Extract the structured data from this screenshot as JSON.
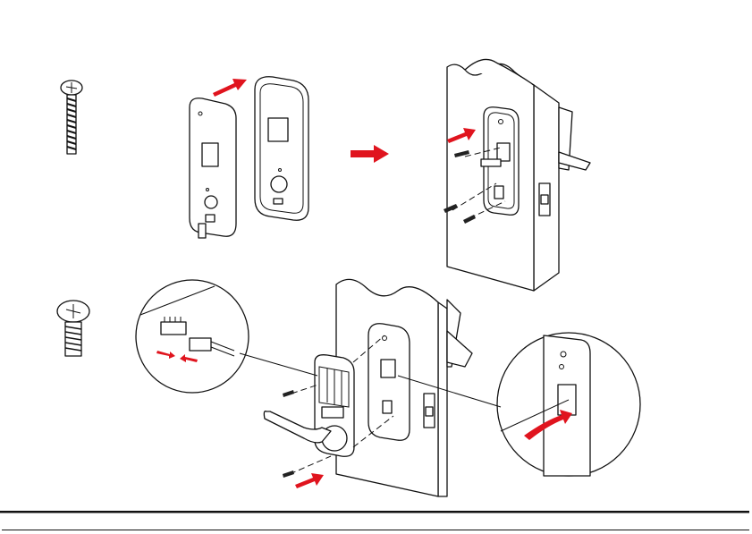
{
  "colors": {
    "arrow": "#e0141e",
    "line": "#111111",
    "background": "#ffffff"
  },
  "steps": [
    {
      "id": "attach-gasket-to-mounting-plate"
    },
    {
      "id": "mount-plate-to-door"
    },
    {
      "id": "connect-cable-and-fix-lock-body"
    }
  ]
}
